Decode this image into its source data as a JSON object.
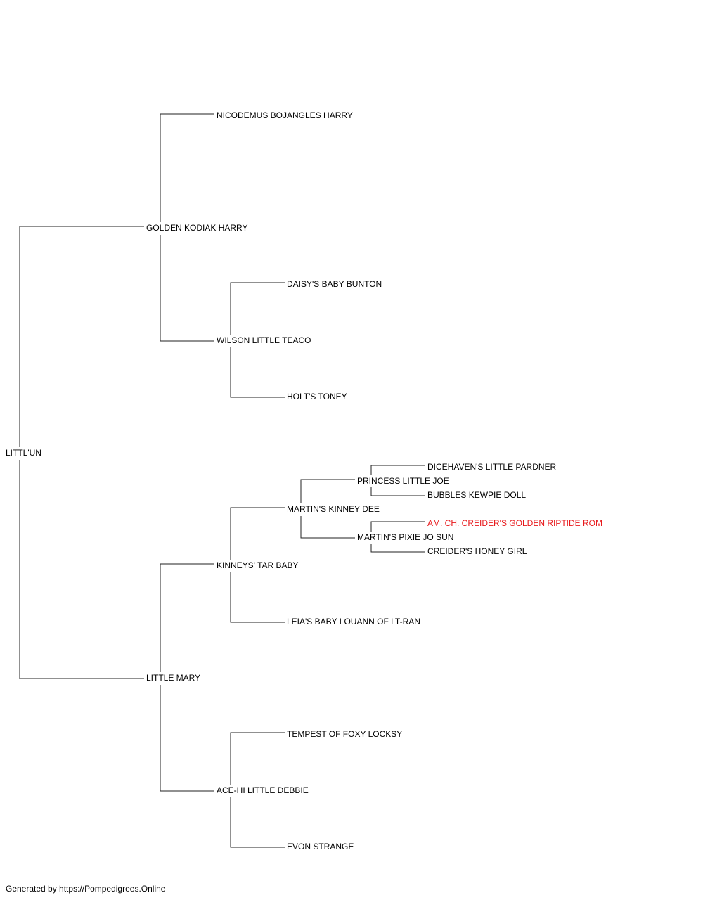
{
  "pedigree": {
    "subject": "LITTL'UN",
    "sire": "GOLDEN KODIAK HARRY",
    "dam": "LITTLE MARY",
    "sire_sire": "NICODEMUS BOJANGLES HARRY",
    "sire_dam": "WILSON LITTLE TEACO",
    "sire_dam_sire": "DAISY'S BABY BUNTON",
    "sire_dam_dam": "HOLT'S TONEY",
    "dam_sire": "KINNEYS' TAR BABY",
    "dam_sire_sire": "MARTIN'S KINNEY DEE",
    "dam_sire_sire_sire": "PRINCESS LITTLE JOE",
    "dam_sire_sire_sire_sire": "DICEHAVEN'S LITTLE PARDNER",
    "dam_sire_sire_sire_dam": "BUBBLES KEWPIE DOLL",
    "dam_sire_sire_dam": "MARTIN'S PIXIE JO SUN",
    "dam_sire_sire_dam_sire": "AM. CH. CREIDER'S GOLDEN RIPTIDE ROM",
    "dam_sire_sire_dam_dam": "CREIDER'S HONEY GIRL",
    "dam_sire_dam": "LEIA'S BABY LOUANN OF LT-RAN",
    "dam_dam": "ACE-HI LITTLE DEBBIE",
    "dam_dam_sire": "TEMPEST OF FOXY LOCKSY",
    "dam_dam_dam": "EVON STRANGE"
  },
  "colors": {
    "line": "#222222",
    "text": "#000000",
    "highlight": "#e8191c"
  },
  "footer": {
    "credit": "Generated by https://Pompedigrees.Online"
  }
}
